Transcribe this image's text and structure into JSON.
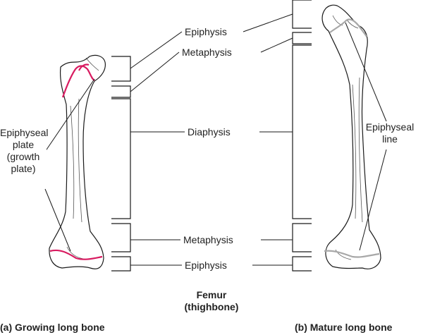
{
  "labels": {
    "epiphysis_top": "Epiphysis",
    "metaphysis_top": "Metaphysis",
    "diaphysis": "Diaphysis",
    "metaphysis_bottom": "Metaphysis",
    "epiphysis_bottom": "Epiphysis",
    "epiphyseal_plate": [
      "Epiphyseal",
      "plate",
      "(growth",
      "plate)"
    ],
    "epiphyseal_line": [
      "Epiphyseal",
      "line"
    ],
    "femur": [
      "Femur",
      "(thighbone)"
    ]
  },
  "captions": {
    "growing": "(a) Growing long bone",
    "mature": "(b) Mature long bone"
  },
  "colors": {
    "growth_plate": "#d81b60",
    "epiphyseal_line": "#a8a8a8",
    "outline": "#1a1a1a"
  }
}
